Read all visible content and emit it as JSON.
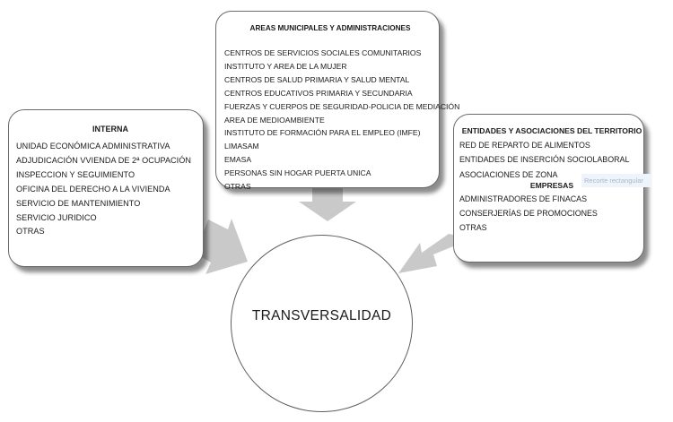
{
  "center": {
    "label": "TRANSVERSALIDAD"
  },
  "interna": {
    "title": "INTERNA",
    "items": [
      "UNIDAD ECONÓMICA ADMINISTRATIVA",
      "ADJUDICACIÓN VVIENDA DE 2ª OCUPACIÓN",
      "INSPECCION Y SEGUIMIENTO",
      "OFICINA DEL DERECHO A LA VIVIENDA",
      "SERVICIO DE MANTENIMIENTO",
      "SERVICIO JURIDICO",
      "OTRAS"
    ]
  },
  "areas": {
    "title": "AREAS MUNICIPALES Y ADMINISTRACIONES",
    "items": [
      "CENTROS DE SERVICIOS SOCIALES COMUNITARIOS",
      "INSTITUTO Y AREA DE LA MUJER",
      "CENTROS DE SALUD PRIMARIA Y  SALUD MENTAL",
      "CENTROS EDUCATIVOS PRIMARIA Y SECUNDARIA",
      "FUERZAS Y CUERPOS DE SEGURIDAD-POLICIA DE MEDIACIÓN",
      "AREA DE MEDIOAMBIENTE",
      "INSTITUTO DE FORMACIÓN PARA EL EMPLEO  (IMFE)",
      "LIMASAM",
      "EMASA",
      "PERSONAS SIN HOGAR PUERTA UNICA",
      "OTRAS"
    ]
  },
  "entidades": {
    "title": "ENTIDADES Y  ASOCIACIONES DEL TERRITORIO",
    "items": [
      "RED DE REPARTO DE ALIMENTOS",
      "ENTIDADES DE INSERCIÓN SOCIOLABORAL",
      "ASOCIACIONES  DE ZONA"
    ],
    "subtitle": "EMPRESAS",
    "empresas_items": [
      "ADMINISTRADORES DE FINACAS",
      "CONSERJERÍAS DE PROMOCIONES",
      "OTRAS"
    ]
  },
  "overlay": {
    "ghost_label": "Recorte rectangular"
  },
  "colors": {
    "arrow": "#c9c9c9",
    "border": "#6a6a6a",
    "background": "#ffffff"
  }
}
